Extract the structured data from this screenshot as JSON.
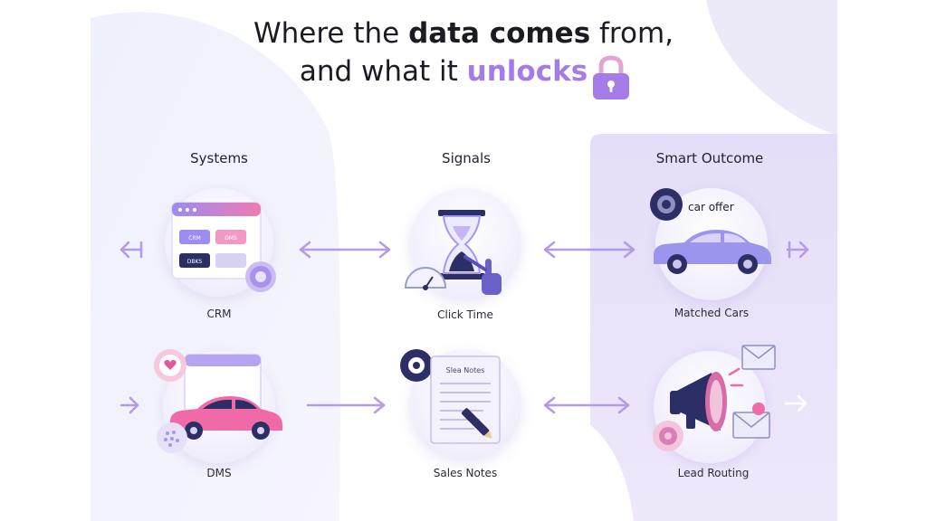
{
  "title": {
    "line1_prefix": "Where the ",
    "line1_bold": "data comes",
    "line1_suffix": " from,",
    "line2_prefix": "and what it ",
    "line2_highlight": "unlocks"
  },
  "columns": {
    "systems": "Systems",
    "signals": "Signals",
    "outcome": "Smart Outcome"
  },
  "nodes": {
    "crm": {
      "label": "CRM",
      "chips": [
        "CRM",
        "DMS",
        "DBKS",
        ""
      ]
    },
    "dms": {
      "label": "DMS"
    },
    "click_time": {
      "label": "Click Time"
    },
    "sales_notes": {
      "label": "Sales Notes",
      "doc_title": "Slea Notes"
    },
    "matched_cars": {
      "label": "Matched Cars",
      "tag": "car offer"
    },
    "lead_routing": {
      "label": "Lead Routing"
    }
  },
  "colors": {
    "accent": "#a57be8",
    "pink": "#f06aa8",
    "navy": "#2c2f66",
    "arrow": "#b49ae8"
  }
}
